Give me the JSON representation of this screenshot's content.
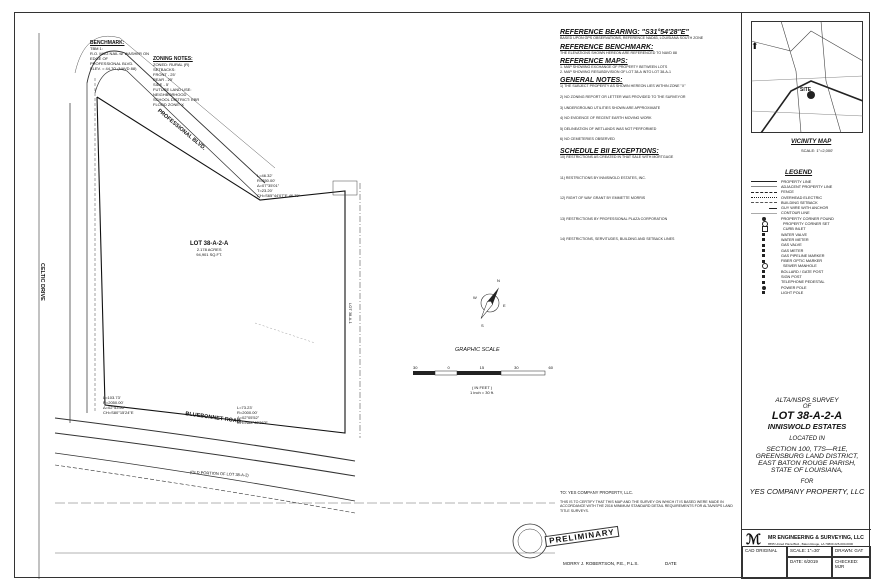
{
  "benchmark": {
    "title": "BENCHMARK:",
    "lines": [
      "TBM 1:",
      "R.O. MAG NAIL w/ WASHER ON EDGE OF",
      "PROFESSIONAL BLVD.",
      "ELEV. = 44.70' (NAVD 88)"
    ]
  },
  "zoning": {
    "title": "ZONING NOTES:",
    "lines": [
      "ZONED: RURAL (R)",
      "SETBACKS:",
      "FRONT - 25'",
      "REAR - 25'",
      "SIDE - 5'",
      "FUTURE LAND USE: NEIGHBORHOOD",
      "SCHOOL DISTRICT: EBR",
      "FLOOD ZONE: X"
    ]
  },
  "reference_bearing": {
    "title": "REFERENCE BEARING: \"S31°54'28\"E\"",
    "lines": [
      "BASED UPON GPS OBSERVATIONS, REFERENCE NAD83, LOUISIANA SOUTH ZONE"
    ]
  },
  "reference_benchmark": {
    "title": "REFERENCE BENCHMARK:",
    "lines": [
      "THE ELEVATIONS SHOWN HEREON ARE REFERENCED TO NAVD 88"
    ]
  },
  "reference_maps": {
    "title": "REFERENCE MAPS:",
    "lines": [
      "1. MAP SHOWING EXCHANGE OF PROPERTY BETWEEN LOTS",
      "2. MAP SHOWING RESUBDIVISION OF LOT 38-A INTO LOT 38-A-1"
    ]
  },
  "general_notes": {
    "title": "GENERAL NOTES:",
    "lines": [
      "1) THE SUBJECT PROPERTY AS SHOWN HEREON LIES WITHIN ZONE \"X\"",
      "2) NO ZONING REPORT OR LETTER WAS PROVIDED TO THE SURVEYOR",
      "3) UNDERGROUND UTILITIES SHOWN ARE APPROXIMATE",
      "4) NO EVIDENCE OF RECENT EARTH MOVING WORK",
      "5) DELINEATION OF WETLANDS WAS NOT PERFORMED",
      "6) NO CEMETERIES OBSERVED"
    ]
  },
  "schedule": {
    "title": "SCHEDULE BII EXCEPTIONS:",
    "lines": [
      "10) RESTRICTIONS AS CREATED IN THAT SALE WITH MORTGAGE",
      "11) RESTRICTIONS BY INNISWOLD ESTATES, INC.",
      "12) RIGHT OF WAY GRANT BY EMMETTE MORRIS",
      "13) RESTRICTIONS BY PROFESSIONAL PLAZA CORPORATION",
      "14) RESTRICTIONS, SERVITUDES, BUILDING AND SETBACK LINES"
    ]
  },
  "certification": {
    "to_line": "TO: YES COMPANY PROPERTY, LLC.",
    "lines": [
      "THIS IS TO CERTIFY THAT THIS MAP AND THE SURVEY ON WHICH IT IS BASED WERE MADE IN ACCORDANCE WITH THE 2016 MINIMUM STANDARD DETAIL REQUIREMENTS FOR ALTA/NSPS LAND TITLE SURVEYS."
    ]
  },
  "vicinity": {
    "title": "VICINITY MAP",
    "scale": "SCALE: 1\"=2,000'",
    "site": "SITE"
  },
  "legend": {
    "title": "LEGEND",
    "items": [
      "PROPERTY LINE",
      "ADJACENT PROPERTY LINE",
      "FENCE",
      "OVERHEAD ELECTRIC",
      "BUILDING SETBACK",
      "GUY WIRE WITH ANCHOR",
      "CONTOUR LINE",
      "PROPERTY CORNER FOUND",
      "PROPERTY CORNER SET",
      "CURB INLET",
      "WATER VALVE",
      "WATER METER",
      "GAS VALVE",
      "GAS METER",
      "GAS PIPELINE MARKER",
      "FIBER OPTIC MARKER",
      "SEWER MANHOLE",
      "BOLLARD / GATE POST",
      "SIGN POST",
      "TELEPHONE PEDESTAL",
      "POWER POLE",
      "LIGHT POLE"
    ]
  },
  "plan": {
    "lot_label": "LOT 38-A-2-A",
    "lot_acres": "2.178 ACRES",
    "lot_sqft": "94,901 SQ.FT.",
    "road1": "PROFESSIONAL BLVD.",
    "road2": "CELTIC DRIVE",
    "road3": "BLUEBONNET ROAD",
    "adj_lot": "LOT 38-A-1",
    "old_portion": "(OLD PORTION OF LOT 38-A-2)",
    "curve1": [
      "L=46.32'",
      "R=350.00'",
      "Δ=07°35'01\"",
      "T=23.20'",
      "CH=S65°44'07\"E 46.79'"
    ],
    "curve2": [
      "L=103.73'",
      "R=2050.00'",
      "Δ=02°53'56\"",
      "CH=S80°15'24\"E"
    ],
    "curve3": [
      "L=73.23'",
      "R=2000.00'",
      "Δ=02°05'52\"",
      "CH=N88°48'36\"E"
    ],
    "graphic_scale": "GRAPHIC SCALE",
    "scale_feet": "( IN FEET )",
    "scale_ratio": "1 inch = 30 ft.",
    "scale_ticks": [
      "30",
      "0",
      "15",
      "30",
      "60"
    ],
    "north_n": "N",
    "north_s": "S",
    "north_e": "E",
    "north_w": "W"
  },
  "title_block": {
    "survey_type": "ALTA/NSPS SURVEY",
    "of": "OF",
    "lot": "LOT 38-A-2-A",
    "subdivision": "INNISWOLD ESTATES",
    "located_in": "LOCATED IN",
    "section": "SECTION 100, T7S—R1E,",
    "district": "GREENSBURG LAND DISTRICT,",
    "parish": "EAST BATON ROUGE PARISH,",
    "state": "STATE OF LOUISIANA,",
    "for": "FOR",
    "client": "YES COMPANY PROPERTY, LLC"
  },
  "firm": {
    "name": "MR ENGINEERING & SURVEYING, LLC",
    "address": "8555 United Plaza Blvd., Baton Rouge, LA 70809 225-000-0000"
  },
  "info": {
    "cad": "CAD ORIGINAL",
    "scale": "SCALE: 1\"=30'",
    "drawn": "DRAWN: GAT",
    "date": "DATE: 6/2019",
    "checked": "CHECKED: MJR"
  },
  "stamp": "PRELIMINARY",
  "signature_name": "MORRY J. ROBERTSON, P.E., P.L.S.",
  "signature_date": "DATE"
}
